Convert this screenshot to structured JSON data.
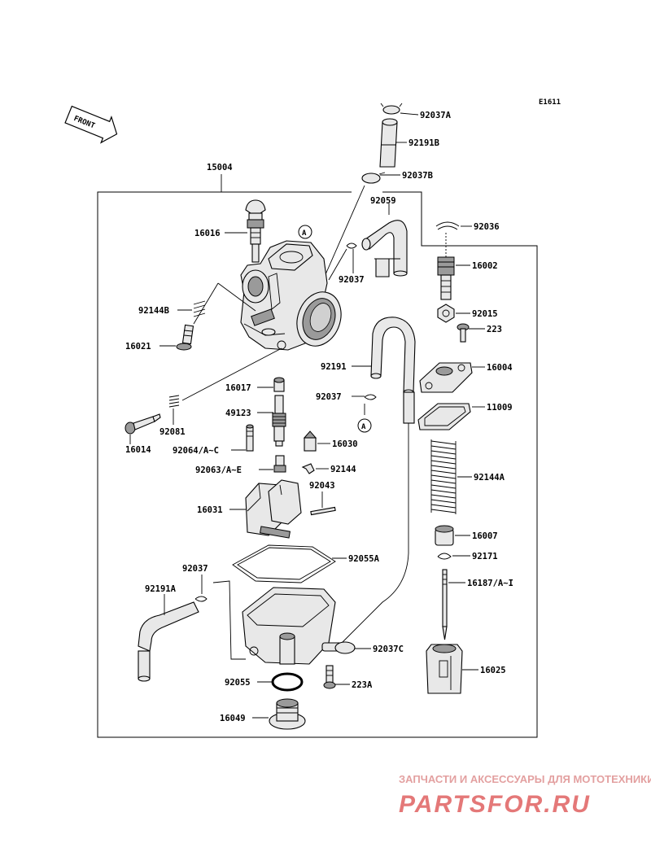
{
  "diagram_code": "E1611",
  "front_label": "FRONT",
  "assembly_label": "15004",
  "ref_marker": "A",
  "parts": {
    "p92037A": "92037A",
    "p92191B": "92191B",
    "p92037B": "92037B",
    "p92059": "92059",
    "p92036": "92036",
    "p16016": "16016",
    "p92037_top": "92037",
    "p16002": "16002",
    "p92015": "92015",
    "p223": "223",
    "p92144B": "92144B",
    "p16021": "16021",
    "p92191": "92191",
    "p16004": "16004",
    "p16017": "16017",
    "p92037_mid": "92037",
    "p11009": "11009",
    "p49123": "49123",
    "p92081": "92081",
    "p16014": "16014",
    "p92064": "92064/A~C",
    "p16030": "16030",
    "p92063": "92063/A~E",
    "p92144": "92144",
    "p92144A": "92144A",
    "p92043": "92043",
    "p16031": "16031",
    "p16007": "16007",
    "p92055A": "92055A",
    "p92171": "92171",
    "p92037_low": "92037",
    "p16187": "16187/A~I",
    "p92191A": "92191A",
    "p92037C": "92037C",
    "p16025": "16025",
    "p92055": "92055",
    "p223A": "223A",
    "p16049": "16049"
  },
  "watermark": {
    "line1": "ЗАПЧАСТИ И АКСЕССУАРЫ ДЛЯ МОТОТЕХНИКИ",
    "logo": "PARTSFOR.RU"
  }
}
